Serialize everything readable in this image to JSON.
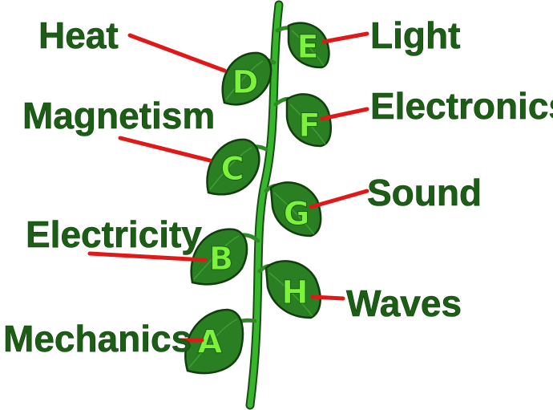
{
  "colors": {
    "label": "#1d5e16",
    "letter": "#7cf23a",
    "leaf": "#2a7f22",
    "stem": "#37b52d",
    "connector": "#e01818"
  },
  "leaves": [
    {
      "letter": "A",
      "topic": "Mechanics"
    },
    {
      "letter": "B",
      "topic": "Electricity"
    },
    {
      "letter": "C",
      "topic": "Magnetism"
    },
    {
      "letter": "D",
      "topic": "Heat"
    },
    {
      "letter": "E",
      "topic": "Light"
    },
    {
      "letter": "F",
      "topic": "Electronics"
    },
    {
      "letter": "G",
      "topic": "Sound"
    },
    {
      "letter": "H",
      "topic": "Waves"
    }
  ]
}
